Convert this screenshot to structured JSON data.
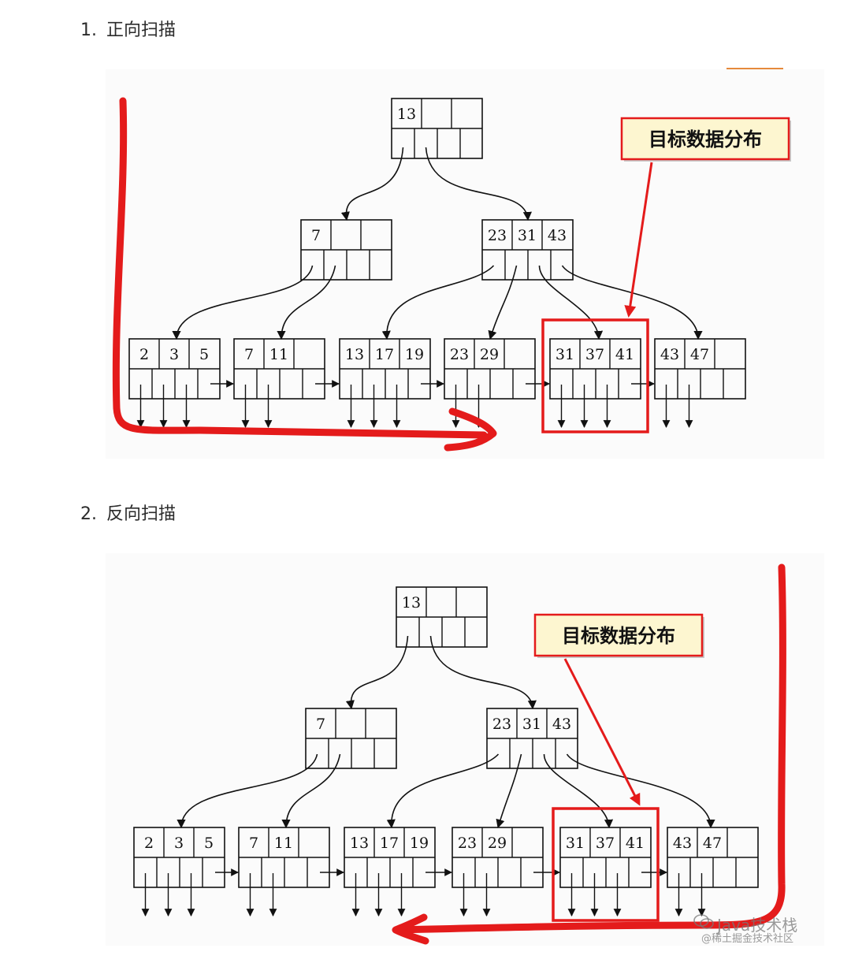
{
  "sections": [
    {
      "number": "1.",
      "title": "正向扫描",
      "label": "目标数据分布",
      "tree": {
        "root": [
          "13",
          "",
          ""
        ],
        "level2": [
          [
            "7",
            "",
            ""
          ],
          [
            "23",
            "31",
            "43"
          ]
        ],
        "leaves": [
          [
            "2",
            "3",
            "5"
          ],
          [
            "7",
            "11",
            ""
          ],
          [
            "13",
            "17",
            "19"
          ],
          [
            "23",
            "29",
            ""
          ],
          [
            "31",
            "37",
            "41"
          ],
          [
            "43",
            "47",
            ""
          ]
        ]
      },
      "scan_direction": "forward"
    },
    {
      "number": "2.",
      "title": "反向扫描",
      "label": "目标数据分布",
      "tree": {
        "root": [
          "13",
          "",
          ""
        ],
        "level2": [
          [
            "7",
            "",
            ""
          ],
          [
            "23",
            "31",
            "43"
          ]
        ],
        "leaves": [
          [
            "2",
            "3",
            "5"
          ],
          [
            "7",
            "11",
            ""
          ],
          [
            "13",
            "17",
            "19"
          ],
          [
            "23",
            "29",
            ""
          ],
          [
            "31",
            "37",
            "41"
          ],
          [
            "43",
            "47",
            ""
          ]
        ]
      },
      "scan_direction": "backward"
    }
  ],
  "watermark": {
    "title": "Java技术栈",
    "subtitle": "@稀土掘金技术社区",
    "icon": "wechat-icon"
  },
  "colors": {
    "highlight_red": "#e41b1b",
    "label_bg": "#fdf6d0",
    "accent": "#e58a3c"
  }
}
